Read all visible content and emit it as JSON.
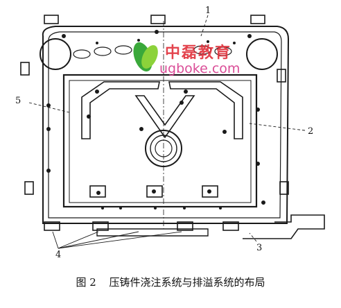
{
  "labels": {
    "one": "1",
    "two": "2",
    "three": "3",
    "four": "4",
    "five": "5"
  },
  "watermark": {
    "chinese": "中磊教育",
    "url": "ugbоke.com"
  },
  "caption": {
    "figure_number": "图 2",
    "text": "压铸件浇注系统与排溢系统的布局"
  }
}
